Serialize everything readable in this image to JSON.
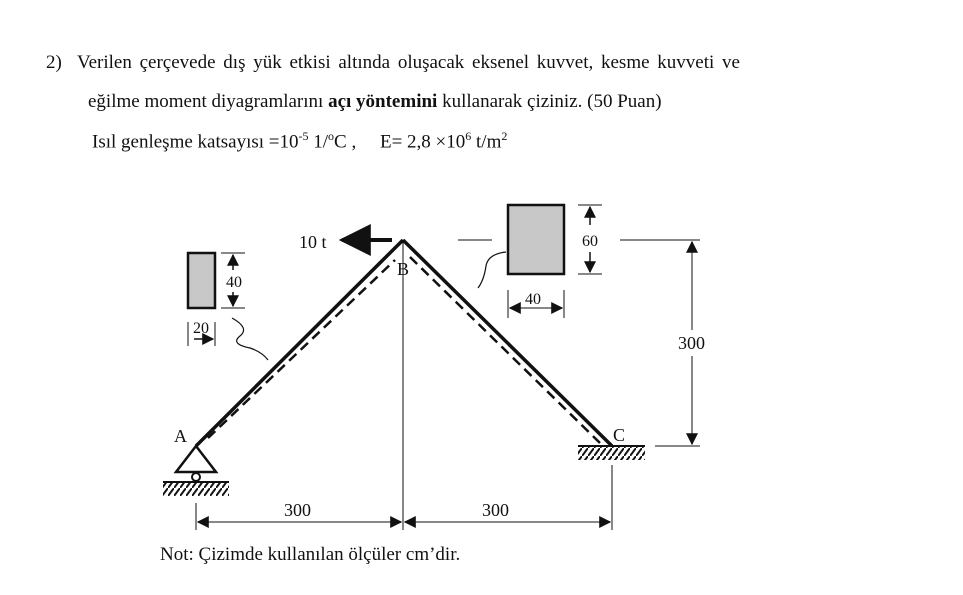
{
  "question": {
    "number": "2)",
    "line1": "Verilen çerçevede dış yük etkisi altında oluşacak eksenel kuvvet, kesme kuvveti ve",
    "line2_pre": "eğilme moment diyagramlarını ",
    "line2_bold": "açı yöntemini",
    "line2_post": " kullanarak çiziniz. (50 Puan)",
    "thermal_pre": "Isıl genleşme katsayısı =10",
    "thermal_exp": "-5",
    "thermal_unit": " 1/",
    "thermal_deg": "o",
    "thermal_c": "C ,",
    "modulus_pre": "E= 2,8 ×10",
    "modulus_exp": "6",
    "modulus_unit": " t/m",
    "modulus_unit_exp": "2"
  },
  "figure": {
    "load": "10 t",
    "node_a": "A",
    "node_b": "B",
    "node_c": "C",
    "left_section_height": "40",
    "left_section_width": "20",
    "right_section_height": "60",
    "right_section_width": "40",
    "frame_height": "300",
    "span_left": "300",
    "span_right": "300",
    "section_fill": "#c8c8c8"
  },
  "note": "Not: Çizimde kullanılan ölçüler cm’dir."
}
